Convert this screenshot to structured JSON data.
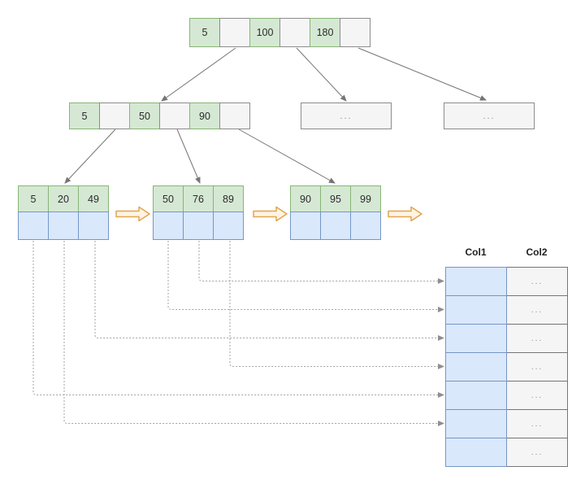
{
  "tree": {
    "root": {
      "cells": [
        "5",
        "",
        "100",
        "",
        "180",
        ""
      ]
    },
    "internal": {
      "cells": [
        "5",
        "",
        "50",
        "",
        "90",
        ""
      ]
    },
    "overflow": [
      "...",
      "..."
    ],
    "leaves": [
      {
        "keys": [
          "5",
          "20",
          "49"
        ]
      },
      {
        "keys": [
          "50",
          "76",
          "89"
        ]
      },
      {
        "keys": [
          "90",
          "95",
          "99"
        ]
      }
    ]
  },
  "table": {
    "col1_header": "Col1",
    "col2_header": "Col2",
    "rows": [
      {
        "col1": "",
        "col2": "..."
      },
      {
        "col1": "",
        "col2": "..."
      },
      {
        "col1": "",
        "col2": "..."
      },
      {
        "col1": "",
        "col2": "..."
      },
      {
        "col1": "",
        "col2": "..."
      },
      {
        "col1": "",
        "col2": "..."
      },
      {
        "col1": "",
        "col2": "..."
      }
    ]
  },
  "colors": {
    "key_cell_fill": "#d5e8d4",
    "key_cell_border": "#88b573",
    "pointer_cell_fill": "#f5f5f5",
    "pointer_cell_border": "#8c8c8c",
    "record_cell_fill": "#dae8fc",
    "record_cell_border": "#7596c6",
    "leaf_link_arrow_fill": "#fff4e4",
    "leaf_link_arrow_stroke": "#e2a44f",
    "tree_edge_stroke": "#757575",
    "record_pointer_stroke": "#a3a3a3"
  }
}
